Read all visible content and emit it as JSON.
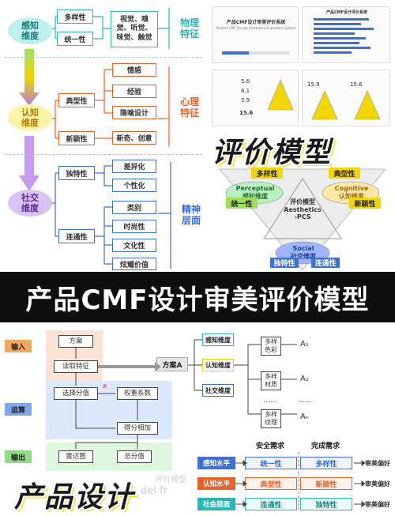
{
  "colors": {
    "teal": "#2bb7b5",
    "orange": "#e8632a",
    "purple": "#7b4ac7",
    "blue": "#3c6fd8",
    "yellow": "#f2d600",
    "dark": "#0f0f0f"
  },
  "top": {
    "perceptual": {
      "dimension": "感知\n维度",
      "items": [
        "多样性",
        "统一性"
      ],
      "detail": "视觉、嗅\n觉、听觉、\n味觉、触觉",
      "side": "物理\n特征"
    },
    "cognitive": {
      "dimension": "认知\n维度",
      "items": [
        "典型性",
        "新颖性"
      ],
      "sub": [
        "情感",
        "经验",
        "隐喻设计",
        "新奇、创意"
      ],
      "side": "心理\n特征"
    },
    "social": {
      "dimension": "社交\n维度",
      "items": [
        "独特性",
        "连通性"
      ],
      "sub": [
        "差异化",
        "个性化",
        "类别",
        "时尚性",
        "文化性",
        "炫耀价值"
      ],
      "side": "精神\n层面"
    }
  },
  "preview": {
    "doc_title": "产品CMF设计审美评价系统",
    "doc_subtitle": "Product CMF Design Aesthetics Evaluation System",
    "chart_title": "产品CMF设计评价系统",
    "scores": [
      "5.6",
      "6.1",
      "5.9",
      "15.6"
    ],
    "scores_right": [
      "15.9",
      "15.6"
    ]
  },
  "model": {
    "title": "评价模型",
    "center": "评价模型\nAesthetics\n-PCS",
    "perceptual": "Perceptual\n感知维度",
    "cognitive": "Cognitive\n认知维度",
    "social": "Social\n社交维度",
    "labels": {
      "diversity": "多样性",
      "unity": "统一性",
      "typicality": "典型性",
      "novelty": "新颖性",
      "uniqueness": "独特性",
      "connectivity": "连通性"
    }
  },
  "banner": "产品CMF设计审美评价模型",
  "flow": {
    "stages": [
      "输入",
      "运算",
      "输出"
    ],
    "boxes": {
      "plan": "方案",
      "read": "读取特征",
      "choose": "选择分值",
      "weight": "权重系数",
      "sum": "得分相加",
      "radar": "雷达图",
      "total": "总分值",
      "plan_a": "方案A"
    },
    "mark": "x",
    "dims": [
      "感知维度",
      "认知维度",
      "社交维度"
    ],
    "attrs": [
      "多样\n色彩",
      "多样\n材质",
      "……",
      "多样\n纹理"
    ],
    "outs": [
      "A₁",
      "A₂",
      "……",
      "Aₙ"
    ],
    "table": {
      "header": [
        "安全需求",
        "完成需求"
      ],
      "rows": [
        {
          "level": "感知水平",
          "a": "统一性",
          "b": "多样性",
          "pref": "审美偏好"
        },
        {
          "level": "认知水平",
          "a": "典型性",
          "b": "新颖性",
          "pref": "审美偏好"
        },
        {
          "level": "社会层面",
          "a": "连通性",
          "b": "独特性",
          "pref": "审美偏好"
        }
      ]
    }
  },
  "footer": {
    "title": "产品设计",
    "faint": "del fr",
    "faint2": "评价模型"
  }
}
